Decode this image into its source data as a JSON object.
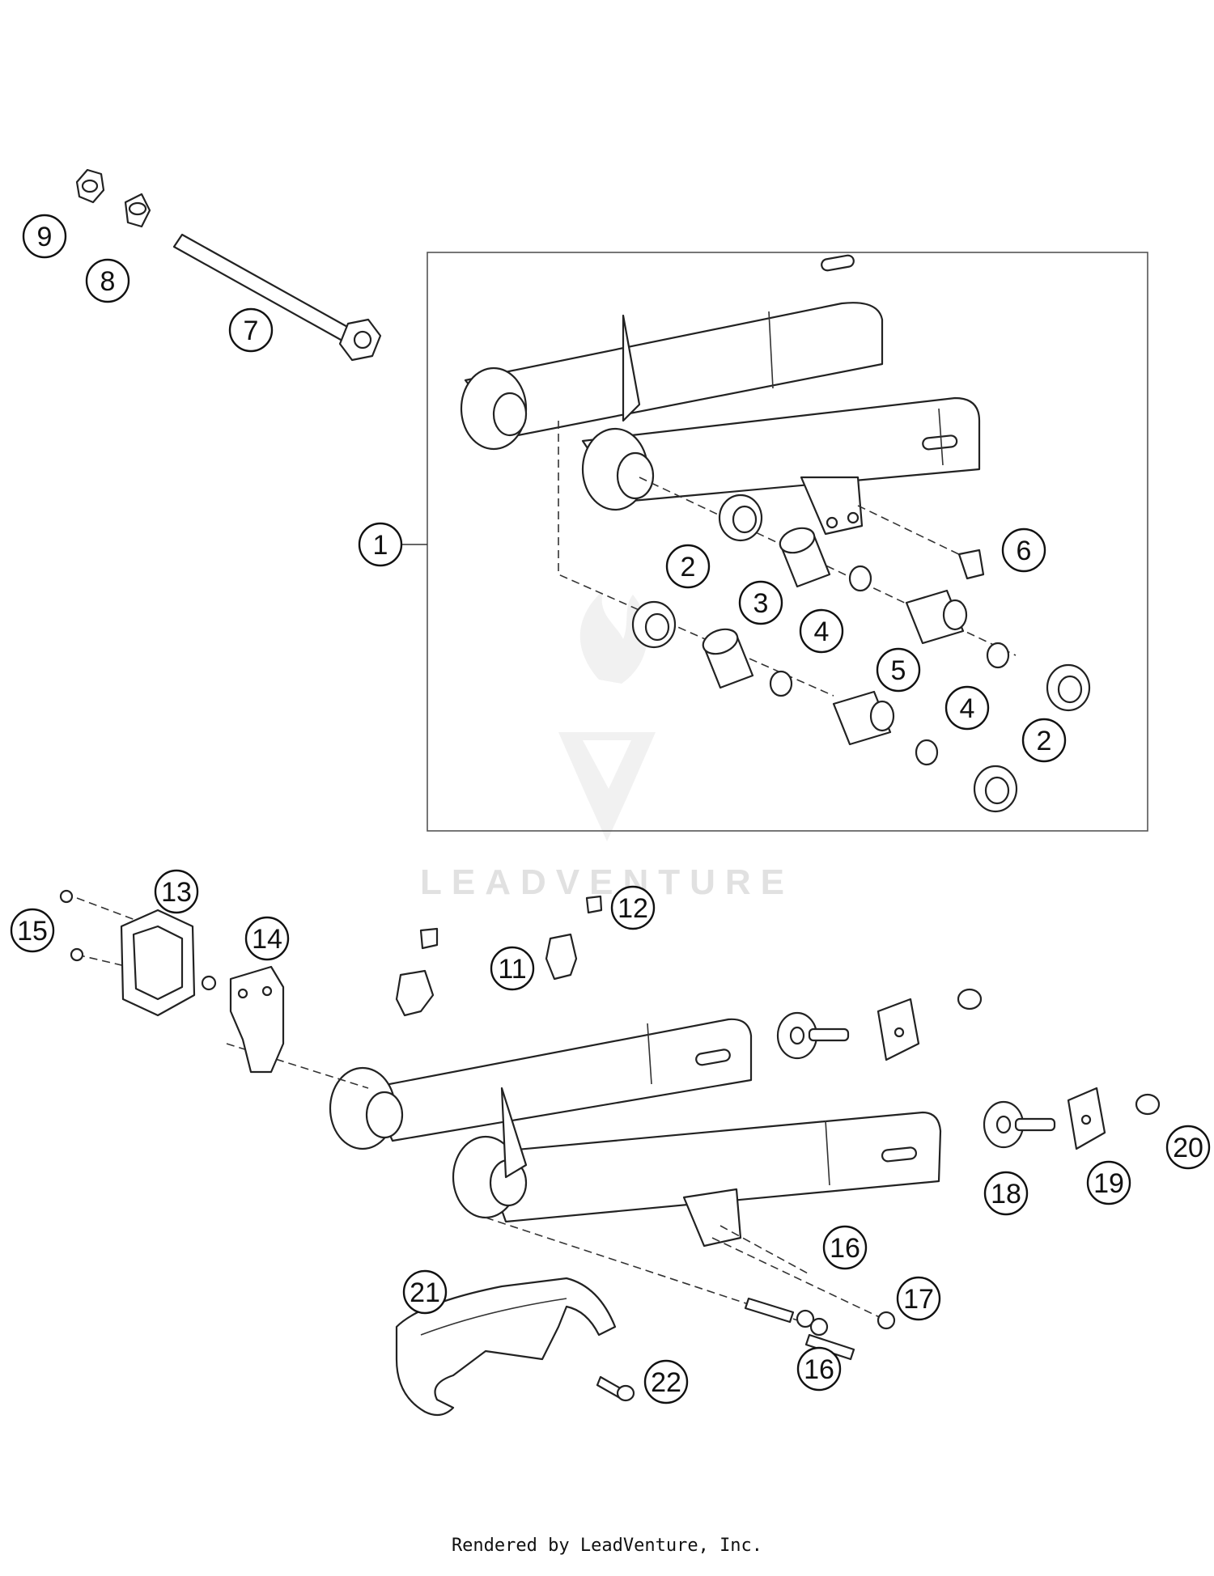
{
  "watermark": {
    "text": "LEADVENTURE"
  },
  "footer": {
    "text": "Rendered by LeadVenture, Inc."
  },
  "callouts": [
    {
      "id": "c-1",
      "label": "1"
    },
    {
      "id": "c-2a",
      "label": "2"
    },
    {
      "id": "c-2b",
      "label": "2"
    },
    {
      "id": "c-3",
      "label": "3"
    },
    {
      "id": "c-4a",
      "label": "4"
    },
    {
      "id": "c-4b",
      "label": "4"
    },
    {
      "id": "c-5",
      "label": "5"
    },
    {
      "id": "c-6",
      "label": "6"
    },
    {
      "id": "c-7",
      "label": "7"
    },
    {
      "id": "c-8",
      "label": "8"
    },
    {
      "id": "c-9",
      "label": "9"
    },
    {
      "id": "c-11",
      "label": "11"
    },
    {
      "id": "c-12",
      "label": "12"
    },
    {
      "id": "c-13",
      "label": "13"
    },
    {
      "id": "c-14",
      "label": "14"
    },
    {
      "id": "c-15",
      "label": "15"
    },
    {
      "id": "c-16a",
      "label": "16"
    },
    {
      "id": "c-16b",
      "label": "16"
    },
    {
      "id": "c-17",
      "label": "17"
    },
    {
      "id": "c-18",
      "label": "18"
    },
    {
      "id": "c-19",
      "label": "19"
    },
    {
      "id": "c-20",
      "label": "20"
    },
    {
      "id": "c-21",
      "label": "21"
    },
    {
      "id": "c-22",
      "label": "22"
    }
  ]
}
